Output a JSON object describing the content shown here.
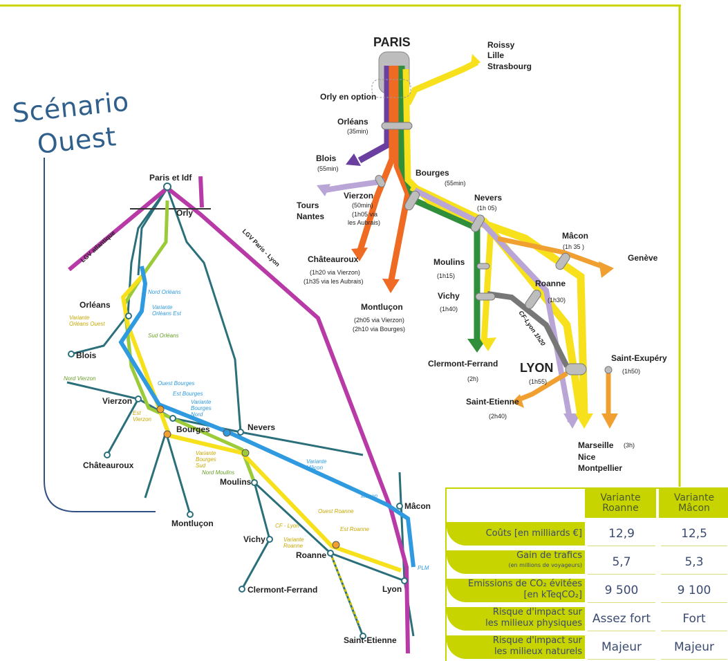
{
  "title": [
    "Scénario",
    "Ouest"
  ],
  "left_map": {
    "cities": {
      "paris": "Paris et Idf",
      "orly": "Orly",
      "orleans": "Orléans",
      "blois": "Blois",
      "vierzon": "Vierzon",
      "bourges": "Bourges",
      "chateauroux": "Châteauroux",
      "nevers": "Nevers",
      "moulins": "Moulins",
      "montlucon": "Montluçon",
      "vichy": "Vichy",
      "roanne": "Roanne",
      "clermont": "Clermont-Ferrand",
      "macon": "Mâcon",
      "lyon": "Lyon",
      "saint_etienne": "Saint-Etienne"
    },
    "lines": {
      "lgv_atlantique": "LGV atlantique",
      "lgv_paris_lyon": "LGV Paris - Lyon"
    },
    "variants": {
      "nord_orleans": "Nord Orléans",
      "variante_orleans_est": "Variante\nOrléans Est",
      "variante_orleans_ouest": "Variante\nOrléans Ouest",
      "sud_orleans": "Sud Orléans",
      "nord_vierzon": "Nord Vierzon",
      "ouest_bourges": "Ouest Bourges",
      "est_bourges": "Est Bourges",
      "variante_bourges_nord": "Variante\nBourges\nNord",
      "est_vierzon": "Est\nVierzon",
      "variante_bourges_sud": "Variante\nBourges\nSud",
      "nord_moulins": "Nord Moulins",
      "variante_macon": "Variante\nMâcon",
      "macon_small": "Mâcon",
      "ouest_roanne": "Ouest Roanne",
      "est_roanne": "Est Roanne",
      "cf_lyon": "CF - Lyon",
      "variante_roanne": "Variante\nRoanne",
      "plm": "PLM"
    }
  },
  "right_map": {
    "paris": "PARIS",
    "roissy": "Roissy",
    "lille": "Lille",
    "strasbourg": "Strasbourg",
    "orly_option": "Orly en option",
    "orleans": "Orléans",
    "orleans_time": "(35min)",
    "blois": "Blois",
    "blois_time": "(55min)",
    "tours": "Tours",
    "nantes": "Nantes",
    "vierzon": "Vierzon",
    "vierzon_time": [
      "(50min)",
      "(1h05 via",
      "les Aubrais)"
    ],
    "bourges": "Bourges",
    "bourges_time": "(55min)",
    "nevers": "Nevers",
    "nevers_time": "(1h 05)",
    "chateauroux": "Châteauroux",
    "chateauroux_time": [
      "(1h20 via Vierzon)",
      "(1h35 via les Aubrais)"
    ],
    "montlucon": "Montluçon",
    "montlucon_time": [
      "(2h05 via Vierzon)",
      "(2h10 via Bourges)"
    ],
    "moulins": "Moulins",
    "moulins_time": "(1h15)",
    "vichy": "Vichy",
    "vichy_time": "(1h40)",
    "macon": "Mâcon",
    "macon_time": "(1h 35 )",
    "geneve": "Genève",
    "roanne": "Roanne",
    "roanne_time": "(1h30)",
    "cf_lyon": "CF-Lyon 1h20",
    "clermont": "Clermont-Ferrand",
    "clermont_time": "(2h)",
    "lyon": "LYON",
    "lyon_time": "(1h55)",
    "saint_exupery": "Saint-Exupéry",
    "saint_exupery_time": "(1h50)",
    "saint_etienne": "Saint-Etienne",
    "saint_etienne_time": "(2h40)",
    "marseille": "Marseille",
    "marseille_time": "(3h)",
    "nice": "Nice",
    "montpellier": "Montpellier"
  },
  "table": {
    "headers": [
      "Variante\nRoanne",
      "Variante\nMâcon"
    ],
    "rows": [
      {
        "label": "Coûts [en milliards €]",
        "sub": "",
        "values": [
          "12,9",
          "12,5"
        ]
      },
      {
        "label": "Gain de trafics",
        "sub": "(en millions de voyageurs)",
        "values": [
          "5,7",
          "5,3"
        ]
      },
      {
        "label": "Emissions de CO₂ évitées",
        "sub": "[en kTeqCO₂]",
        "values": [
          "9 500",
          "9 100"
        ]
      },
      {
        "label": "Risque d'impact sur",
        "sub": "les milieux physiques",
        "values": [
          "Assez fort",
          "Fort"
        ]
      },
      {
        "label": "Risque d'impact sur",
        "sub": "les milieux naturels",
        "values": [
          "Majeur",
          "Majeur"
        ]
      }
    ]
  },
  "colors": {
    "frame": "#c8d400",
    "title": "#2f5f8a",
    "purple": "#6a3fa0",
    "orange": "#ef6a22",
    "green": "#2f8f3a",
    "yellow": "#f7e11c",
    "lavender": "#b9a6d6",
    "light_orange": "#f0a030",
    "grey": "#777777",
    "teal": "#2a6f7a",
    "magenta": "#b83aa6",
    "blue": "#2f9ae0",
    "lime": "#9ccb3a"
  }
}
